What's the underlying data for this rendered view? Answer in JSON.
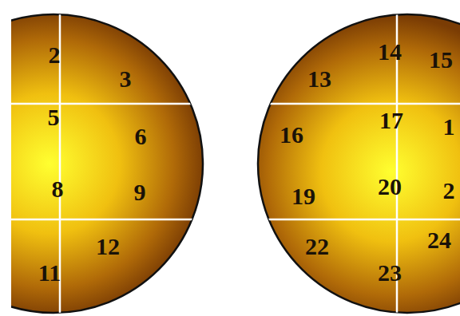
{
  "diagram": {
    "labels": [
      "2",
      "3",
      "5",
      "6",
      "8",
      "9",
      "11",
      "12",
      "14",
      "13",
      "15",
      "16",
      "17",
      "1",
      "19",
      "20",
      "2",
      "22",
      "24",
      "23"
    ]
  }
}
